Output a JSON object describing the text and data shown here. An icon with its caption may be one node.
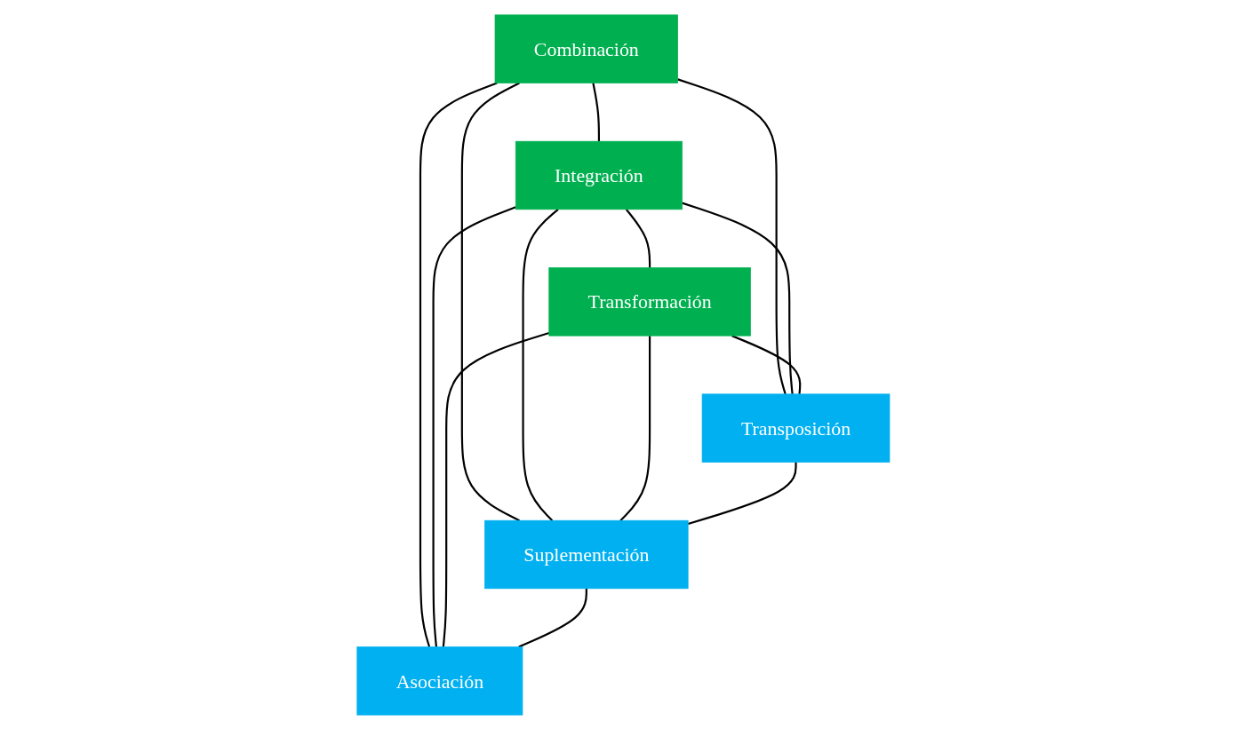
{
  "diagram": {
    "nodes": [
      {
        "text": [
          "Combinación"
        ]
      },
      {
        "text": [
          "Integración"
        ]
      },
      {
        "text": [
          "Transformación"
        ]
      },
      {
        "text": [
          "Transposición"
        ]
      },
      {
        "text": [
          "Suplementación"
        ]
      },
      {
        "text": [
          "Asociación"
        ]
      }
    ],
    "edges": [
      {
        "from": 0,
        "to": 1,
        "arrow": "none"
      },
      {
        "from": 1,
        "to": 2,
        "arrow": "none"
      },
      {
        "from": 0,
        "to": 3,
        "arrow": "none"
      },
      {
        "from": 0,
        "to": 4,
        "arrow": "none"
      },
      {
        "from": 0,
        "to": 5,
        "arrow": "none"
      },
      {
        "from": 1,
        "to": 3,
        "arrow": "none"
      },
      {
        "from": 1,
        "to": 4,
        "arrow": "none"
      },
      {
        "from": 1,
        "to": 5,
        "arrow": "none"
      },
      {
        "from": 2,
        "to": 3,
        "arrow": "none"
      },
      {
        "from": 2,
        "to": 4,
        "arrow": "none"
      },
      {
        "from": 2,
        "to": 5,
        "arrow": "none"
      },
      {
        "from": 3,
        "to": 4,
        "arrow": "none"
      },
      {
        "from": 4,
        "to": 5,
        "arrow": "none"
      }
    ]
  }
}
